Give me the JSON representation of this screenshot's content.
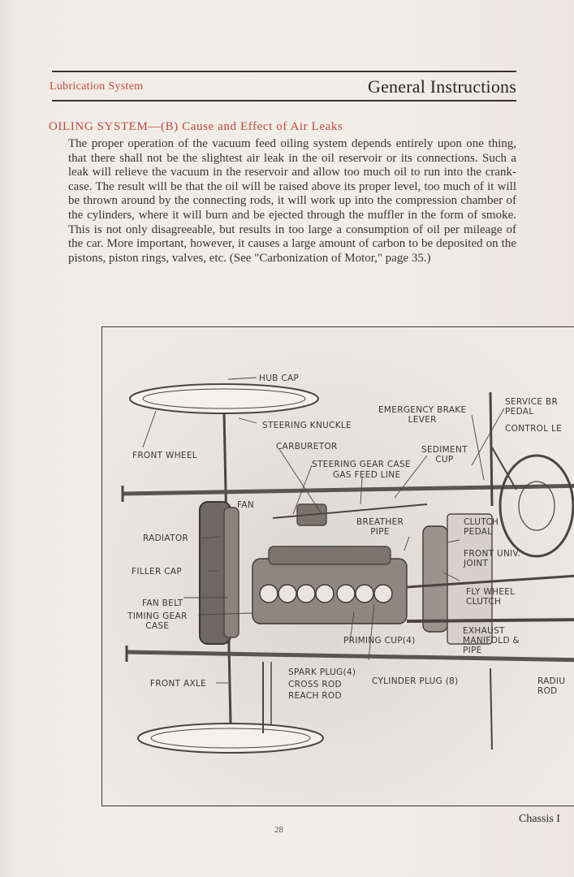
{
  "header": {
    "left": "Lubrication System",
    "right": "General Instructions"
  },
  "section": {
    "title": "OILING SYSTEM—(B) Cause and Effect of Air Leaks",
    "body": "The proper operation of the vacuum feed oiling system depends entirely upon one thing, that there shall not be the slightest air leak in the oil reservoir or its connections. Such a leak will relieve the vacuum in the reservoir and allow too much oil to run into the crank-case. The result will be that the oil will be raised above its proper level, too much of it will be thrown around by the connecting rods, it will work up into the compression chamber of the cylinders, where it will burn and be ejected through the muffler in the form of smoke. This is not only disagreeable, but results in too large a consumption of oil per mileage of the car. More important, however, it causes a large amount of carbon to be deposited on the pistons, piston rings, valves, etc. (See \"Carbonization of Motor,\" page 35.)"
  },
  "figure": {
    "labels": {
      "hub_cap": "HUB CAP",
      "steering_knuckle": "STEERING KNUCKLE",
      "emergency_brake": "EMERGENCY BRAKE\nLEVER",
      "service_brake": "SERVICE BR\nPEDAL",
      "control_lever": "CONTROL LE",
      "front_wheel": "FRONT WHEEL",
      "carburetor": "CARBURETOR",
      "sediment_cup": "SEDIMENT\nCUP",
      "steering_gear_case": "STEERING GEAR CASE",
      "gas_feed_line": "GAS FEED LINE",
      "fan": "FAN",
      "radiator": "RADIATOR",
      "breather_pipe": "BREATHER\nPIPE",
      "clutch_pedal": "CLUTCH\nPEDAL",
      "front_univ_joint": "FRONT UNIV.\nJOINT",
      "filler_cap": "FILLER CAP",
      "fly_wheel_clutch": "FLY WHEEL\nCLUTCH",
      "fan_belt": "FAN BELT",
      "timing_gear_case": "TIMING GEAR\nCASE",
      "exhaust_manifold": "EXHAUST\nMANIFOLD &\nPIPE",
      "priming_cup": "PRIMING CUP(4)",
      "front_axle": "FRONT AXLE",
      "spark_plug": "SPARK PLUG(4)",
      "cylinder_plug": "CYLINDER PLUG (8)",
      "cross_rod": "CROSS ROD",
      "reach_rod": "REACH ROD",
      "radius_rod": "RADIU\nROD"
    }
  },
  "footer": {
    "caption": "Chassis I",
    "page_number": "28"
  }
}
